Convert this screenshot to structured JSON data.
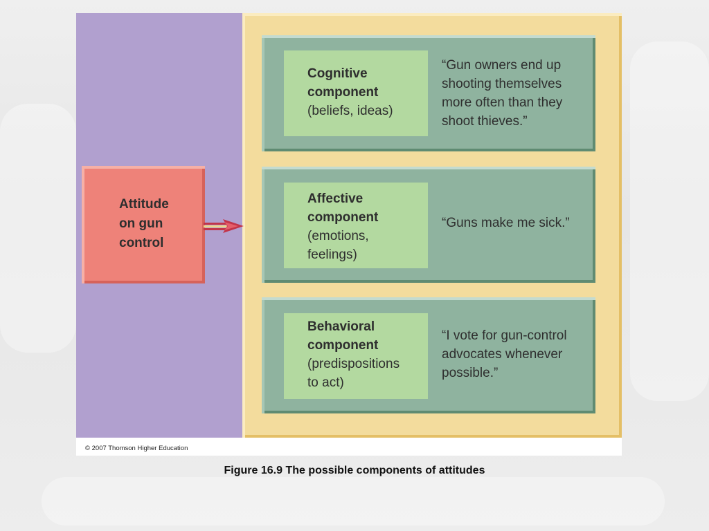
{
  "attitude": {
    "lines": [
      "Attitude",
      "on gun",
      "control"
    ]
  },
  "components": [
    {
      "title_lines": [
        "Cognitive",
        "component"
      ],
      "detail_lines": [
        "(beliefs, ideas)"
      ],
      "quote": "“Gun owners end up\nshooting themselves\nmore often than they\nshoot thieves.”"
    },
    {
      "title_lines": [
        "Affective",
        "component"
      ],
      "detail_lines": [
        "(emotions,",
        "feelings)"
      ],
      "quote": "“Guns make me sick.”"
    },
    {
      "title_lines": [
        "Behavioral",
        "component"
      ],
      "detail_lines": [
        "(predispositions",
        "to act)"
      ],
      "quote": "“I vote for gun-control\nadvocates whenever\npossible.”"
    }
  ],
  "copyright": "© 2007 Thomson Higher Education",
  "caption": "Figure 16.9  The possible components of attitudes",
  "colors": {
    "purple_bg": "#b1a0cf",
    "yellow_frame": "#f3dc9d",
    "green_panel": "#8fb39f",
    "light_green_label": "#b3d9a0",
    "attitude_box": "#ee8279",
    "arrow": "#c2344a"
  }
}
